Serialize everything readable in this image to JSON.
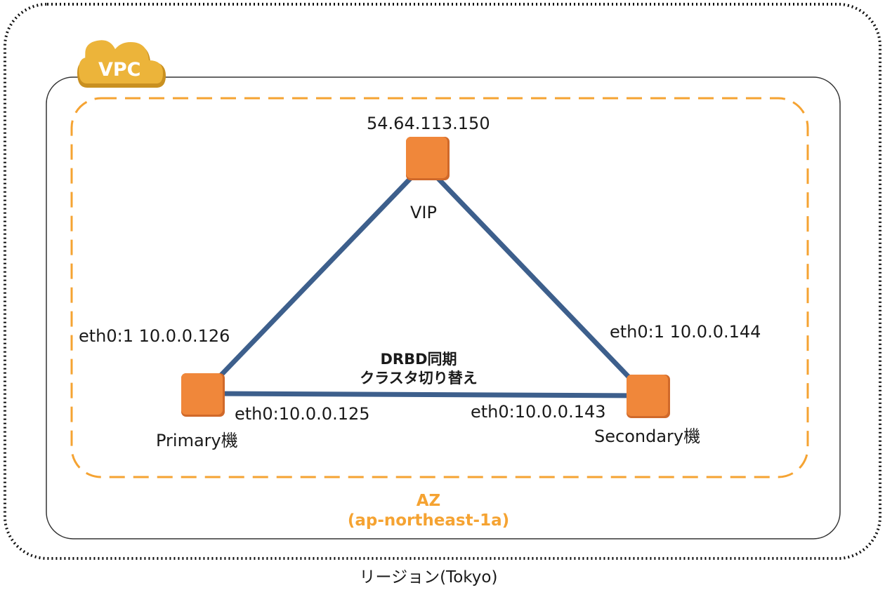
{
  "region": {
    "label": "リージョン(Tokyo)"
  },
  "vpc": {
    "badge": "VPC",
    "badge_color": "#ecb43a"
  },
  "az": {
    "line1": "AZ",
    "line2": "(ap-northeast-1a)",
    "color": "#f5a332"
  },
  "nodes": {
    "vip": {
      "ip": "54.64.113.150",
      "label": "VIP"
    },
    "primary": {
      "label": "Primary機",
      "eth0_1": "eth0:1 10.0.0.126",
      "eth0": "eth0:10.0.0.125"
    },
    "secondary": {
      "label": "Secondary機",
      "eth0_1": "eth0:1 10.0.0.144",
      "eth0": "eth0:10.0.0.143"
    }
  },
  "link": {
    "line1": "DRBD同期",
    "line2": "クラスタ切り替え"
  },
  "colors": {
    "node": "#f0873a",
    "link": "#3d5f8c"
  }
}
